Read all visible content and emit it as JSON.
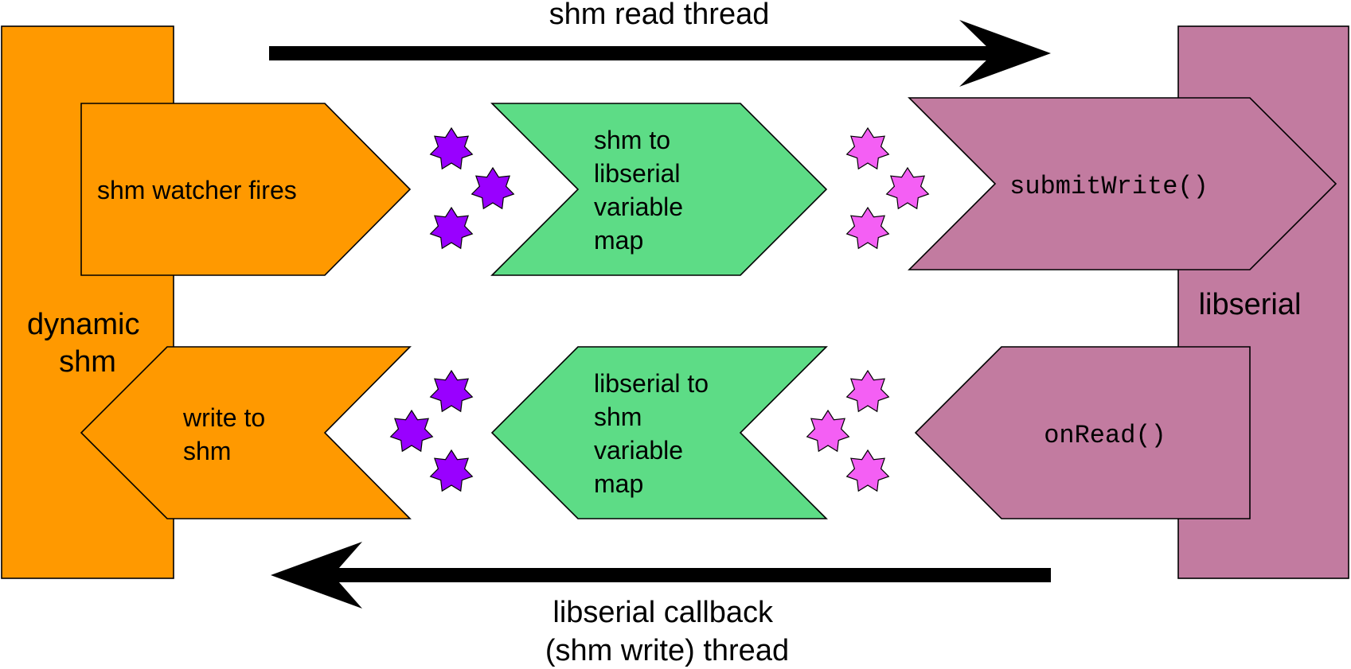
{
  "colors": {
    "shm": "#ff9900",
    "mapper": "#5ddc86",
    "libserial": "#c27ba0",
    "star_shm_side": "#9900ff",
    "star_libserial_side": "#f45ff4",
    "arrow": "#000000"
  },
  "containers": {
    "shm": [
      "dynamic",
      "shm"
    ],
    "libserial": "libserial"
  },
  "threads": {
    "read": "shm read thread",
    "write": [
      "libserial callback",
      "(shm write) thread"
    ]
  },
  "read_flow": {
    "shm_step": "shm watcher fires",
    "map_step": [
      "shm to",
      "libserial",
      "variable",
      "map"
    ],
    "libserial_step": "submitWrite()"
  },
  "write_flow": {
    "libserial_step": "onRead()",
    "map_step": [
      "libserial to",
      "shm",
      "variable",
      "map"
    ],
    "shm_step": [
      "write to",
      "shm"
    ]
  }
}
